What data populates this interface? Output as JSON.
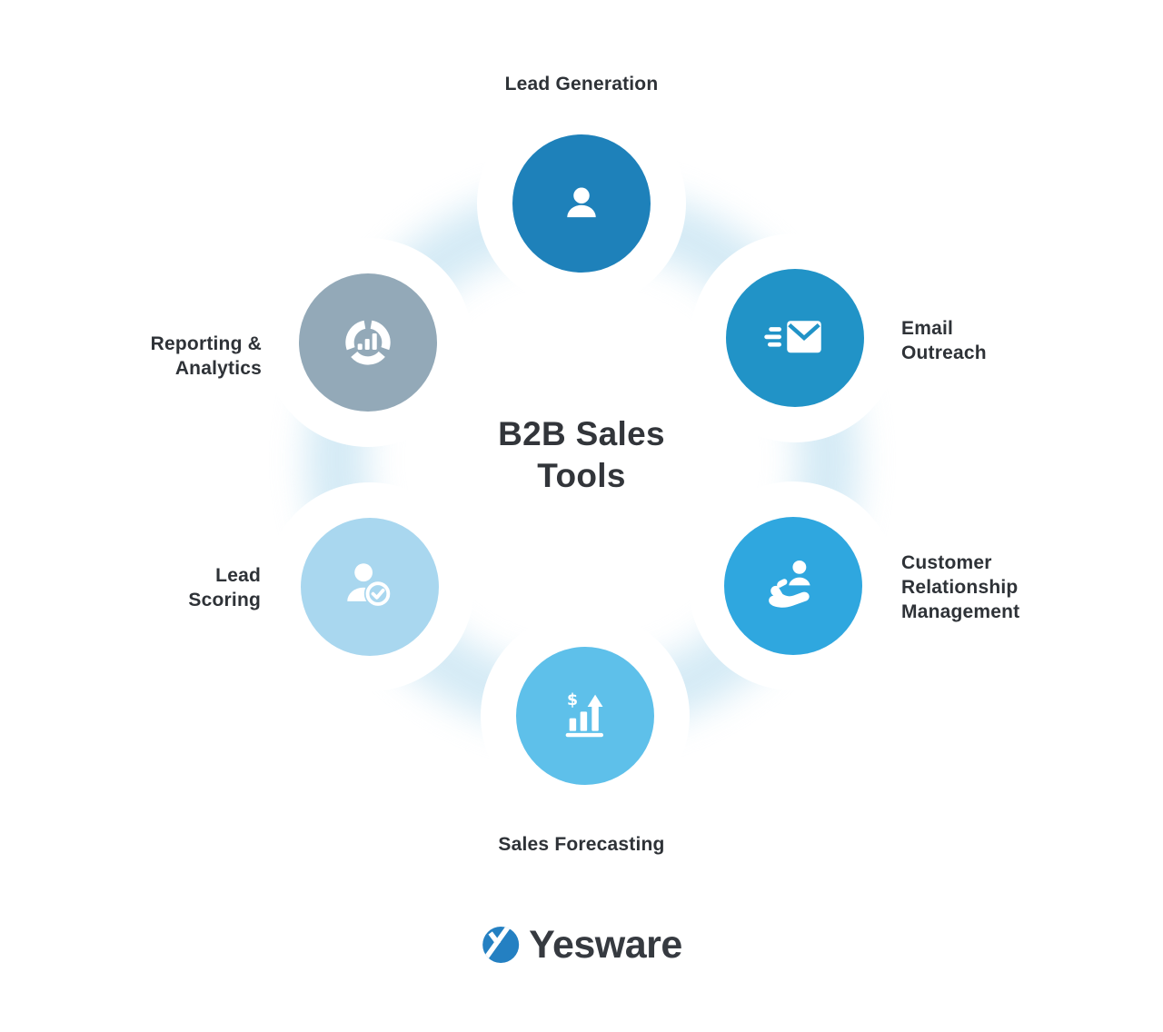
{
  "title": {
    "line1": "B2B Sales",
    "line2": "Tools"
  },
  "colors": {
    "lead_generation": "#1e81ba",
    "email_outreach": "#2193c7",
    "customer_relationship_management": "#2fa7df",
    "sales_forecasting": "#5ec0ea",
    "lead_scoring": "#a9d7ef",
    "reporting_analytics": "#93a9b8",
    "logo_mark": "#2480c2",
    "heading_text": "#32353a",
    "label_text": "#2e3237",
    "glow": "#cde7f4"
  },
  "nodes": {
    "lead_generation": {
      "label": "Lead Generation",
      "icon": "person-icon"
    },
    "email_outreach": {
      "line1": "Email",
      "line2": "Outreach",
      "icon": "sending-email-icon"
    },
    "customer_relationship_management": {
      "line1": "Customer",
      "line2": "Relationship",
      "line3": "Management",
      "icon": "hand-holding-person-icon"
    },
    "sales_forecasting": {
      "label": "Sales Forecasting",
      "icon": "rising-bar-chart-dollar-icon",
      "icon_symbol": "$"
    },
    "lead_scoring": {
      "line1": "Lead",
      "line2": "Scoring",
      "icon": "person-verified-icon"
    },
    "reporting_analytics": {
      "line1": "Reporting &",
      "line2": "Analytics",
      "icon": "donut-chart-bars-icon"
    }
  },
  "footer": {
    "brand": "Yesware"
  }
}
